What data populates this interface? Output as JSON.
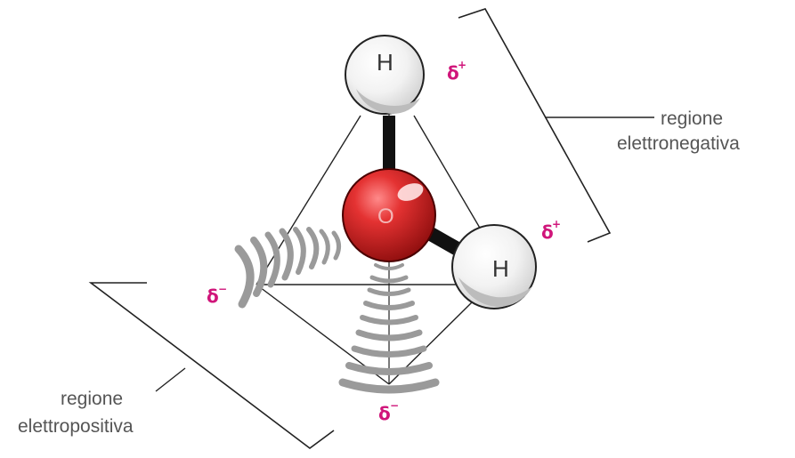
{
  "atoms": {
    "hydrogen_top": "H",
    "hydrogen_right": "H",
    "oxygen": "O"
  },
  "charges": {
    "delta_symbol": "δ",
    "plus": "+",
    "minus": "−"
  },
  "regions": {
    "electronegative": [
      "regione",
      "elettronegativa"
    ],
    "electropositive": [
      "regione",
      "elettropositiva"
    ]
  },
  "colors": {
    "oxygen": "#d42a2a",
    "charge": "#d0157a",
    "lone_pair": "#999999",
    "bond": "#111111"
  }
}
